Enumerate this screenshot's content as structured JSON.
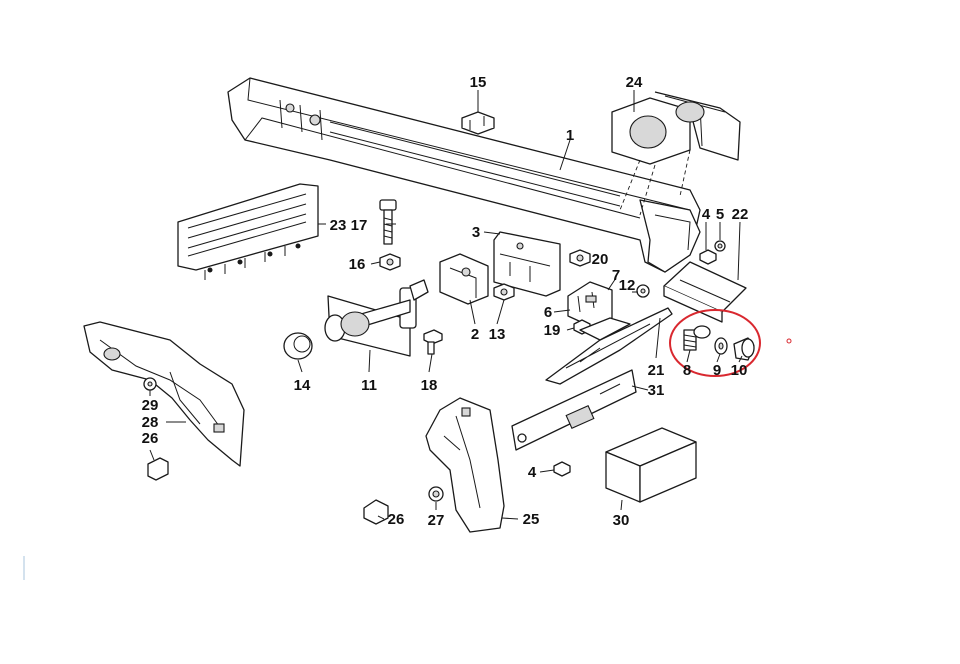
{
  "diagram": {
    "callouts": {
      "c1": "1",
      "c2": "2",
      "c3": "3",
      "c4a": "4",
      "c4b": "4",
      "c5": "5",
      "c6": "6",
      "c7": "7",
      "c8": "8",
      "c9": "9",
      "c10": "10",
      "c11": "11",
      "c12": "12",
      "c13": "13",
      "c14": "14",
      "c15": "15",
      "c16": "16",
      "c17": "17",
      "c18": "18",
      "c19": "19",
      "c20": "20",
      "c21": "21",
      "c22": "22",
      "c23": "23",
      "c24": "24",
      "c25": "25",
      "c26a": "26",
      "c26b": "26",
      "c27": "27",
      "c28": "28",
      "c29": "29",
      "c30": "30",
      "c31": "31"
    },
    "highlight": {
      "color": "#d9282f",
      "parts": [
        "8",
        "9",
        "10"
      ]
    }
  }
}
